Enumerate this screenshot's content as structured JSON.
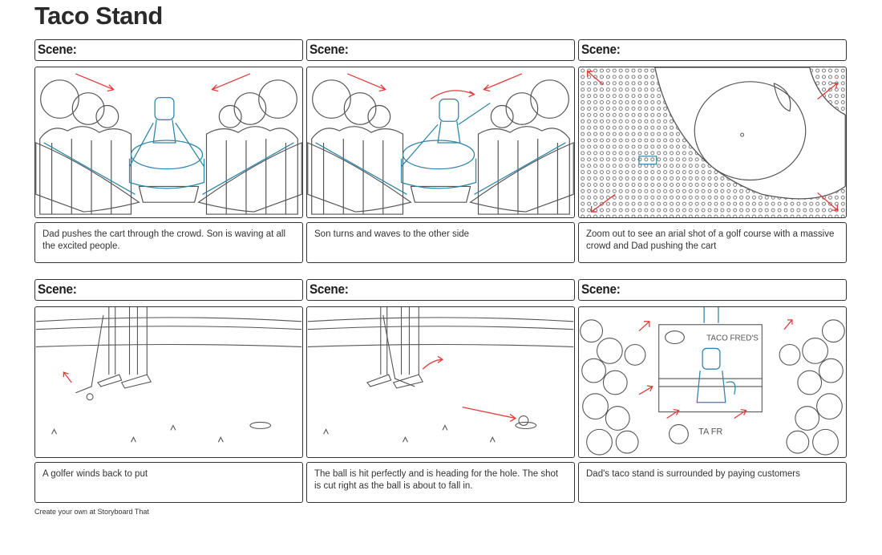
{
  "title": "Taco Stand",
  "scene_label": "Scene:",
  "cells": [
    {
      "description": "Dad pushes the cart through the crowd. Son is waving at all the excited people."
    },
    {
      "description": "Son turns and waves to the other side"
    },
    {
      "description": "Zoom out to see an arial shot of a golf course with a massive crowd and Dad pushing the cart"
    },
    {
      "description": "A golfer winds back to put"
    },
    {
      "description": "The ball is hit perfectly and is heading for the hole. The shot is cut right as the ball is about to fall in."
    },
    {
      "description": "Dad's taco stand is surrounded by paying customers"
    }
  ],
  "panel_text": {
    "sign": "TACO FRED'S",
    "cart_label": "TA FR"
  },
  "footer": "Create your own at Storyboard That",
  "colors": {
    "arrow": "#e03a3a",
    "sketch_blue": "#2e86a8",
    "sketch_gray": "#555555"
  }
}
